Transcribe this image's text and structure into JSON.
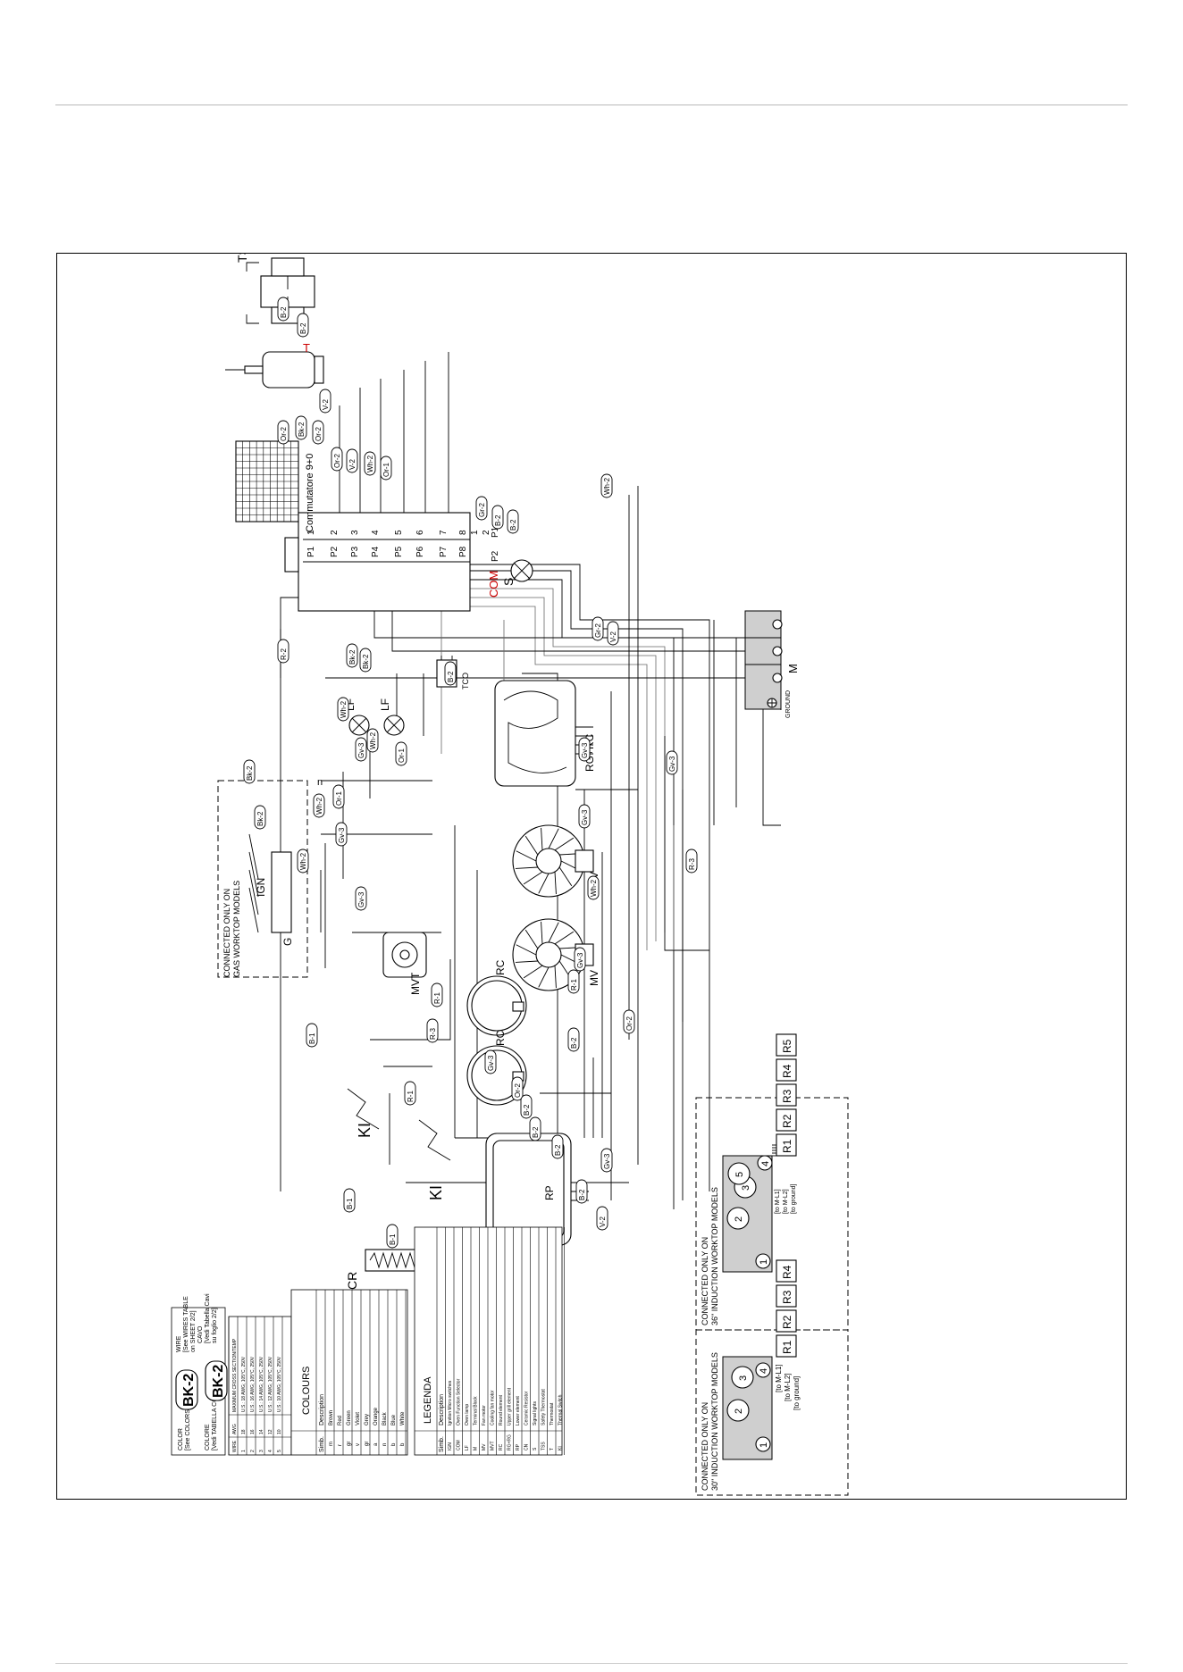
{
  "switch": {
    "name": "Commutatore 9+0",
    "pins": [
      "P1",
      "P2",
      "P3",
      "P4",
      "P5",
      "P6",
      "P7",
      "P8"
    ],
    "nums": [
      "1",
      "2",
      "3",
      "4",
      "5",
      "6",
      "7",
      "8"
    ],
    "com": "COM",
    "com_p": [
      "P1",
      "P2"
    ],
    "com_n": [
      "1",
      "2"
    ]
  },
  "components": {
    "tss": "TSS",
    "t": "T",
    "s": "S",
    "m": "M",
    "ground": "GROUND",
    "tco": "TCO",
    "rgrc": "RG+RC",
    "lf": "LF",
    "n": "n",
    "ign": "IGN",
    "g": "G",
    "mvt": "MVT",
    "mv": "MV",
    "rc": "RC",
    "ki": "KI",
    "rp": "RP",
    "cr": "CR"
  },
  "wire_tags": {
    "tss1": "B-2",
    "tss2": "B-2",
    "t1": "V-2",
    "or2a": "Or-2",
    "bk2a": "Bk-2",
    "or2b": "Or-2",
    "or2c": "Or-2",
    "v2a": "V-2",
    "wh2a": "Wh-2",
    "or1a": "Or-1",
    "gr2a": "Gr-2",
    "r2a": "R-2",
    "bk2b": "Bk-2",
    "bk2c": "Bk-2",
    "b2a": "B-2",
    "b2b": "B-2",
    "gr2b": "Gr-2",
    "v2b": "V-2",
    "wh2b": "Wh-2",
    "wh2c": "Wh-2",
    "gv3a": "Gv-3",
    "b2c": "B-2",
    "gv3b": "Gv-3",
    "gv3c": "Gv-3",
    "wh2d": "Wh-2",
    "or1b": "Or-1",
    "or1c": "Or-1",
    "gv3d": "Gv-3",
    "bk2d": "Bk-2",
    "wh2e": "Wh-2",
    "bk2e": "Bk-2",
    "wh2f": "Wh-2",
    "gv3e": "Gv-3",
    "r1a": "R-1",
    "r3a": "R-3",
    "gv3f": "Gv-3",
    "r3b": "R-3",
    "gv3g": "Gv-3",
    "wh2g": "Wh-2",
    "b1a": "B-1",
    "r1b": "R-1",
    "b2d": "B-2",
    "gv3h": "Gv-3",
    "or2d": "Or-2",
    "b2e": "B-2",
    "or2e": "Or-2",
    "r1c": "R-1",
    "b2f": "B-2",
    "gv3i": "Gv-3",
    "b1b": "B-1",
    "b1c": "B-1",
    "b2g": "B-2",
    "v2c": "V-2",
    "b2h": "B-2"
  },
  "boxes": {
    "gas": "CONNECTED ONLY ON\nGAS WORKTOP MODELS",
    "ind36": "CONNECTED ONLY ON\n36\" INDUCTION WORKTOP MODELS",
    "ind30": "CONNECTED ONLY ON\n30\" INDUCTION WORKTOP MODELS"
  },
  "induction36": {
    "zones": [
      "1",
      "2",
      "3",
      "4",
      "5"
    ],
    "relays": [
      "R1",
      "R2",
      "R3",
      "R4",
      "R5"
    ],
    "to": [
      "[to M-L1]",
      "[to M-L2]",
      "[to ground]"
    ]
  },
  "induction30": {
    "zones": [
      "1",
      "2",
      "3",
      "4"
    ],
    "relays": [
      "R1",
      "R2",
      "R3",
      "R4"
    ],
    "to": [
      "[to M-L1]",
      "[to M-L2]",
      "[to ground]"
    ]
  },
  "key": {
    "color_label": "COLOR\n[See COLORS TABLE]",
    "wire_label": "WIRE\n[See WIRES TABLE\non SHEET 2/2]",
    "colore_label": "COLORE\n[Vedi TABELLA COLORI]",
    "cavo_label": "CAVO\n[Vedi Tabella Cavi\nsu foglio 2/2]",
    "sample": "BK-2"
  },
  "wires_table": {
    "headers": [
      "WIRE",
      "AWG",
      "MAXIMUM CROSS SECTION/TEMP"
    ],
    "rows": [
      [
        "1",
        "18",
        "U.S.: 18 AWG; 105°C, 250V"
      ],
      [
        "2",
        "16",
        "U.S.: 16 AWG; 105°C, 250V"
      ],
      [
        "3",
        "14",
        "U.S.: 14 AWG; 105°C, 250V"
      ],
      [
        "4",
        "12",
        "U.S.: 12 AWG; 105°C, 250V"
      ],
      [
        "5",
        "10",
        "U.S.: 10 AWG; 105°C, 250V"
      ]
    ]
  },
  "colours": {
    "title": "COLOURS",
    "headers": [
      "Simb.",
      "Description"
    ],
    "rows": [
      [
        "m",
        "Brown"
      ],
      [
        "r",
        "Red"
      ],
      [
        "gr",
        "Green"
      ],
      [
        "v",
        "Violet"
      ],
      [
        "gr",
        "Grey"
      ],
      [
        "a",
        "Orange"
      ],
      [
        "n",
        "Black"
      ],
      [
        "b",
        "Blue"
      ],
      [
        "b",
        "White"
      ]
    ]
  },
  "legend": {
    "title": "LEGENDA",
    "headers": [
      "Simb.",
      "Description"
    ],
    "rows": [
      [
        "IGN",
        "Ignition Micro switches"
      ],
      [
        "COM",
        "Oven Function Selector"
      ],
      [
        "LF",
        "Oven lamp"
      ],
      [
        "M",
        "Terminal Block"
      ],
      [
        "MV",
        "Fan motor"
      ],
      [
        "MVT",
        "Cooling fan motor"
      ],
      [
        "RC",
        "Round element"
      ],
      [
        "RG+RG",
        "Upper grill element"
      ],
      [
        "RP",
        "Lower element"
      ],
      [
        "CN",
        "Ceramic Resistor"
      ],
      [
        "S",
        "Signal lights"
      ],
      [
        "TSS",
        "Safety Thermostat"
      ],
      [
        "T",
        "Thermostat"
      ],
      [
        "KI",
        "Thermal Switch"
      ]
    ]
  }
}
